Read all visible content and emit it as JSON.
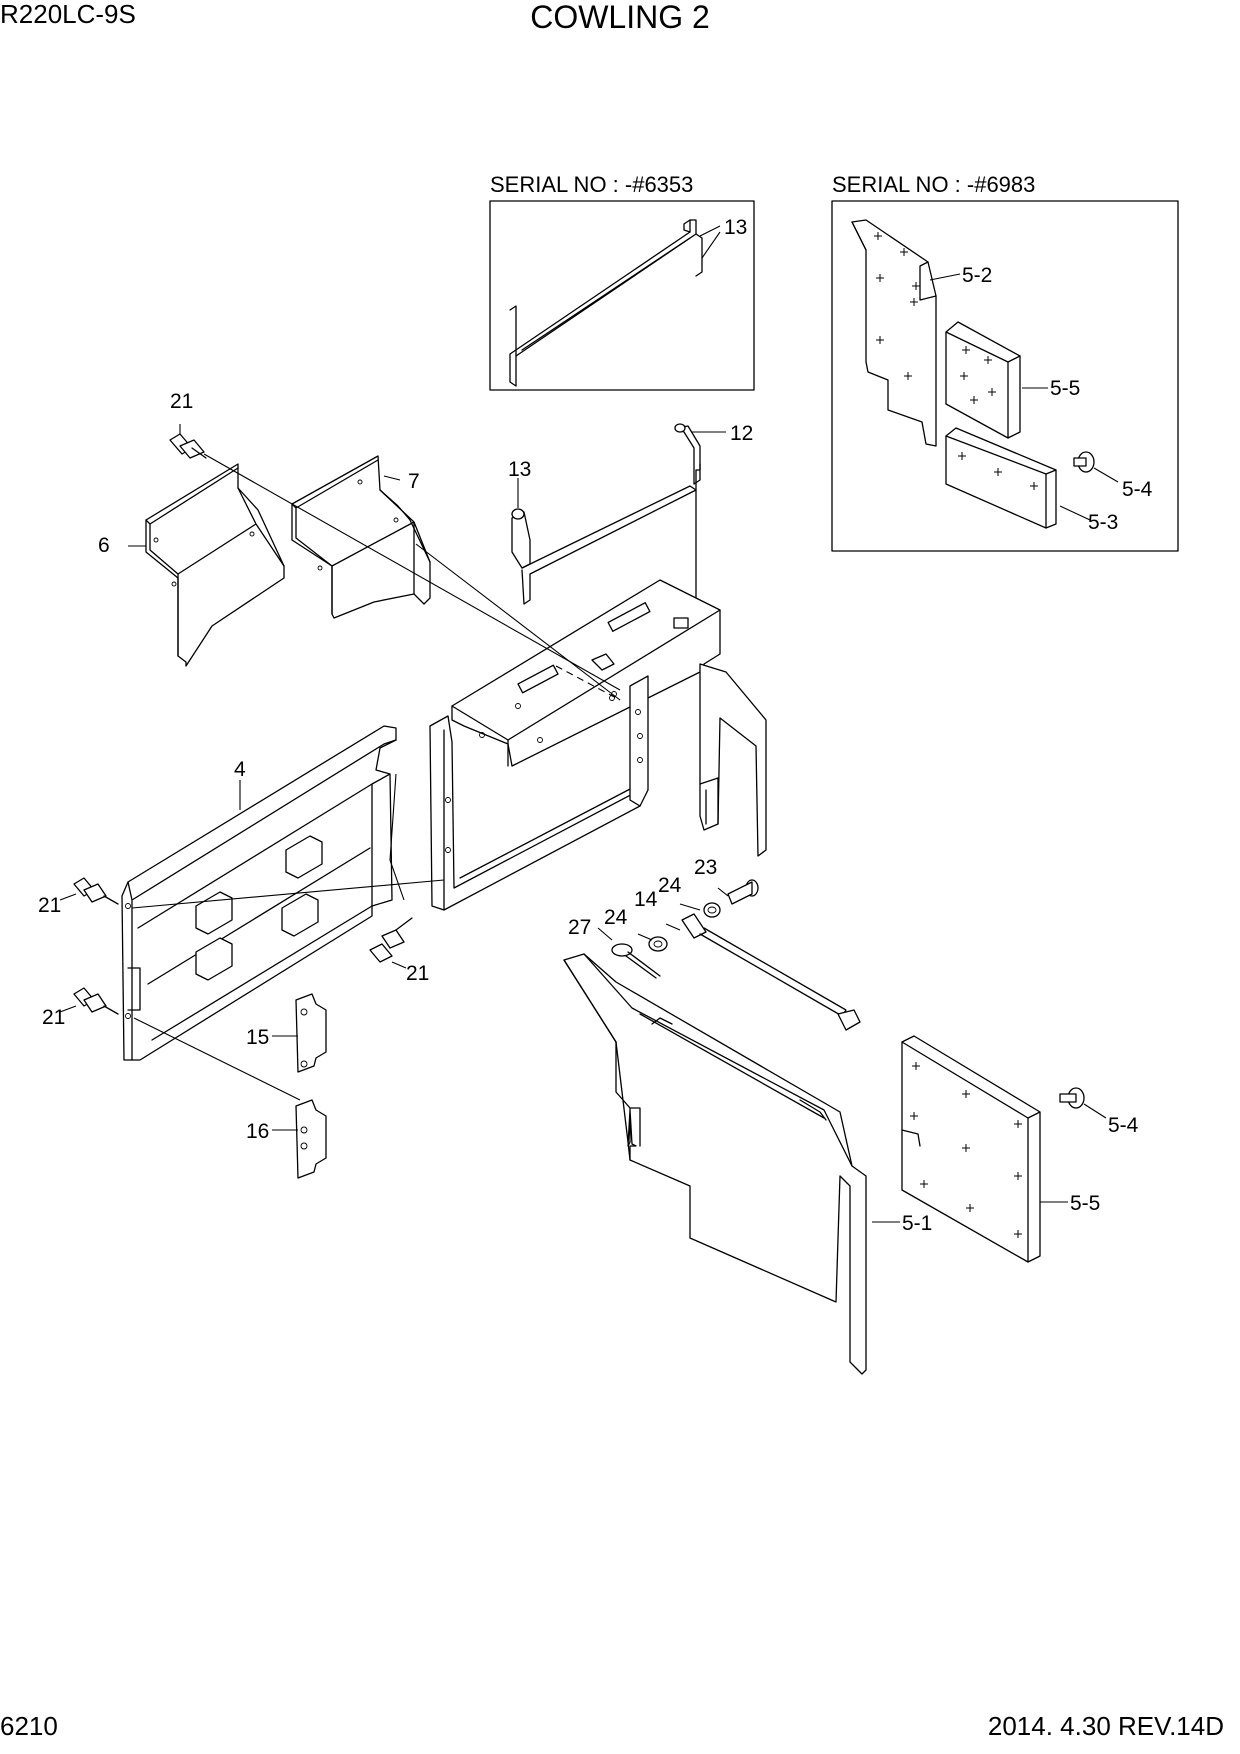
{
  "header": {
    "model": "R220LC-9S",
    "title": "COWLING 2"
  },
  "footer": {
    "page_number": "6210",
    "revision": "2014. 4.30  REV.14D"
  },
  "insets": [
    {
      "caption": "SERIAL NO : -#6353"
    },
    {
      "caption": "SERIAL NO : -#6983"
    }
  ],
  "callouts": {
    "c13_inset": "13",
    "c5_2": "5-2",
    "c5_5_inset": "5-5",
    "c5_4_inset": "5-4",
    "c5_3": "5-3",
    "c21_top": "21",
    "c7": "7",
    "c6": "6",
    "c13": "13",
    "c12": "12",
    "c4": "4",
    "c21_left_upper": "21",
    "c21_center": "21",
    "c21_left_lower": "21",
    "c15": "15",
    "c16": "16",
    "c23": "23",
    "c24_a": "24",
    "c14": "14",
    "c24_b": "24",
    "c27": "27",
    "c5_4": "5-4",
    "c5_5": "5-5",
    "c5_1": "5-1"
  }
}
